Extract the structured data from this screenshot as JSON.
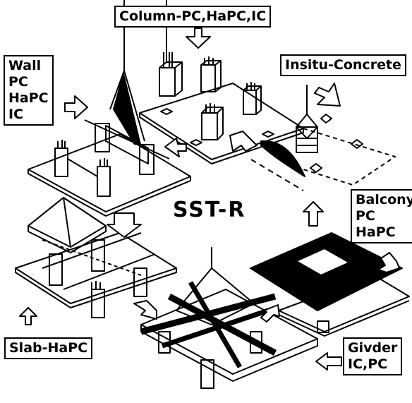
{
  "title": "SST-R",
  "labels": {
    "column": "Column-PC,HaPC,IC",
    "insitu": "Insitu-Concrete",
    "wall": [
      "Wall",
      "PC",
      "HaPC",
      "IC"
    ],
    "balcony": [
      "Balcony",
      "PC",
      "HaPC"
    ],
    "slab": "Slab-HaPC",
    "girder": [
      "Givder",
      "IC,PC"
    ]
  },
  "colors": {
    "ink": "#000000",
    "paper": "#ffffff"
  }
}
